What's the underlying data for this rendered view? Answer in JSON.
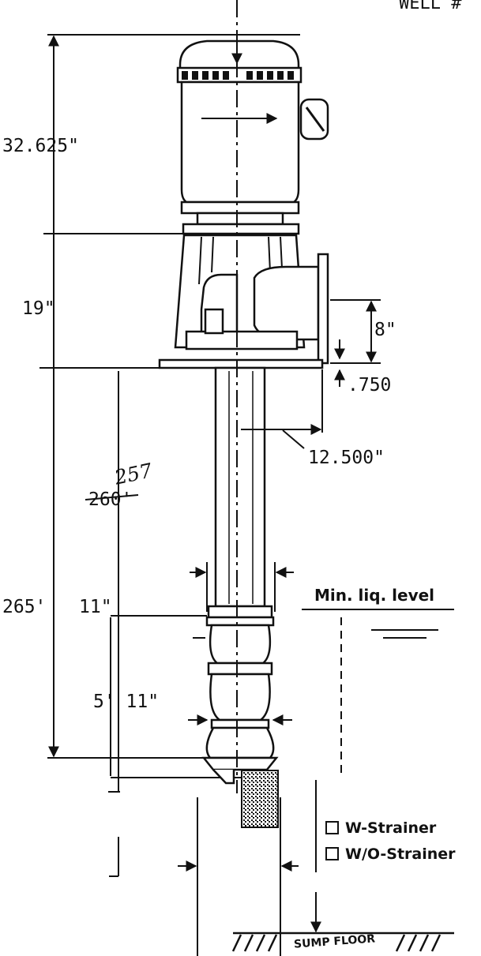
{
  "header": {
    "partial_label": "WELL #"
  },
  "dimensions": {
    "motor_height": "32.625\"",
    "head_height": "19\"",
    "discharge_height": "8\"",
    "baseplate_thickness": ".750",
    "discharge_offset": "12.500\"",
    "column_length_original": "260'",
    "column_length_revised": "257",
    "overall_length": "265'",
    "bowl_diameter": "11\"",
    "bowl_assembly_length": "5' 11\""
  },
  "annotations": {
    "min_liquid_level": "Min. liq. level",
    "sump_floor": "SUMP FLOOR"
  },
  "options": [
    {
      "label": "W-Strainer",
      "checked": false
    },
    {
      "label": "W/O-Strainer",
      "checked": false
    }
  ],
  "colors": {
    "ink": "#111111",
    "paper": "#ffffff",
    "shade": "#555555"
  }
}
